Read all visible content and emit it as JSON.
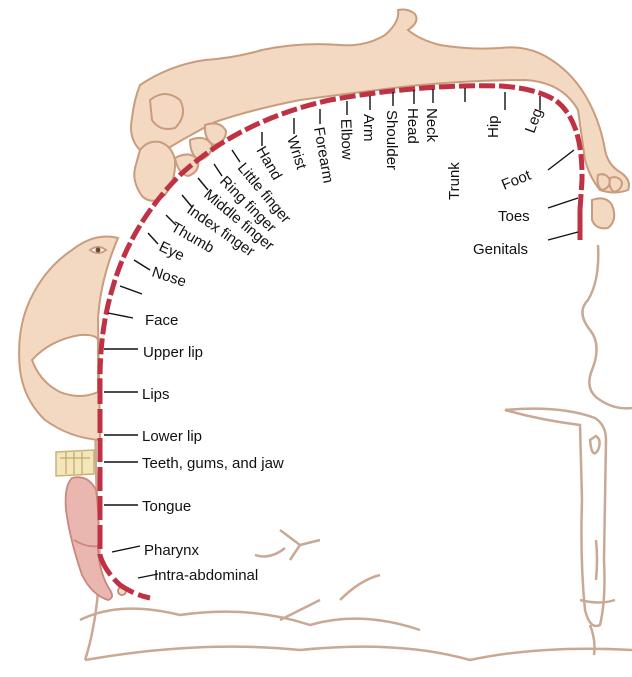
{
  "colors": {
    "cortex_band": "#be3244",
    "body_skin": "#f3d9c1",
    "body_outline": "#c99c7e",
    "brain_outline": "#c9a894",
    "leader_line": "#111111"
  },
  "labels": {
    "genitals": "Genitals",
    "toes": "Toes",
    "foot": "Foot",
    "leg": "Leg",
    "hip": "Hip",
    "trunk": "Trunk",
    "neck": "Neck",
    "head": "Head",
    "shoulder": "Shoulder",
    "arm": "Arm",
    "elbow": "Elbow",
    "forearm": "Forearm",
    "wrist": "Wrist",
    "hand": "Hand",
    "little_finger": "Little finger",
    "ring_finger": "Ring finger",
    "middle_finger": "Middle finger",
    "index_finger": "Index finger",
    "thumb": "Thumb",
    "eye": "Eye",
    "nose": "Nose",
    "face": "Face",
    "upper_lip": "Upper lip",
    "lips": "Lips",
    "lower_lip": "Lower lip",
    "teeth_gums_jaw": "Teeth, gums, and jaw",
    "tongue": "Tongue",
    "pharynx": "Pharynx",
    "intra_abdominal": "Intra-abdominal"
  },
  "illustrations": {
    "lower_body": "leg-and-foot-illustration",
    "face": "face-illustration",
    "hand": "hand-illustration",
    "mouth": "mouth-and-teeth-illustration",
    "throat": "tongue-and-pharynx-illustration",
    "brain": "brain-section-outline"
  }
}
